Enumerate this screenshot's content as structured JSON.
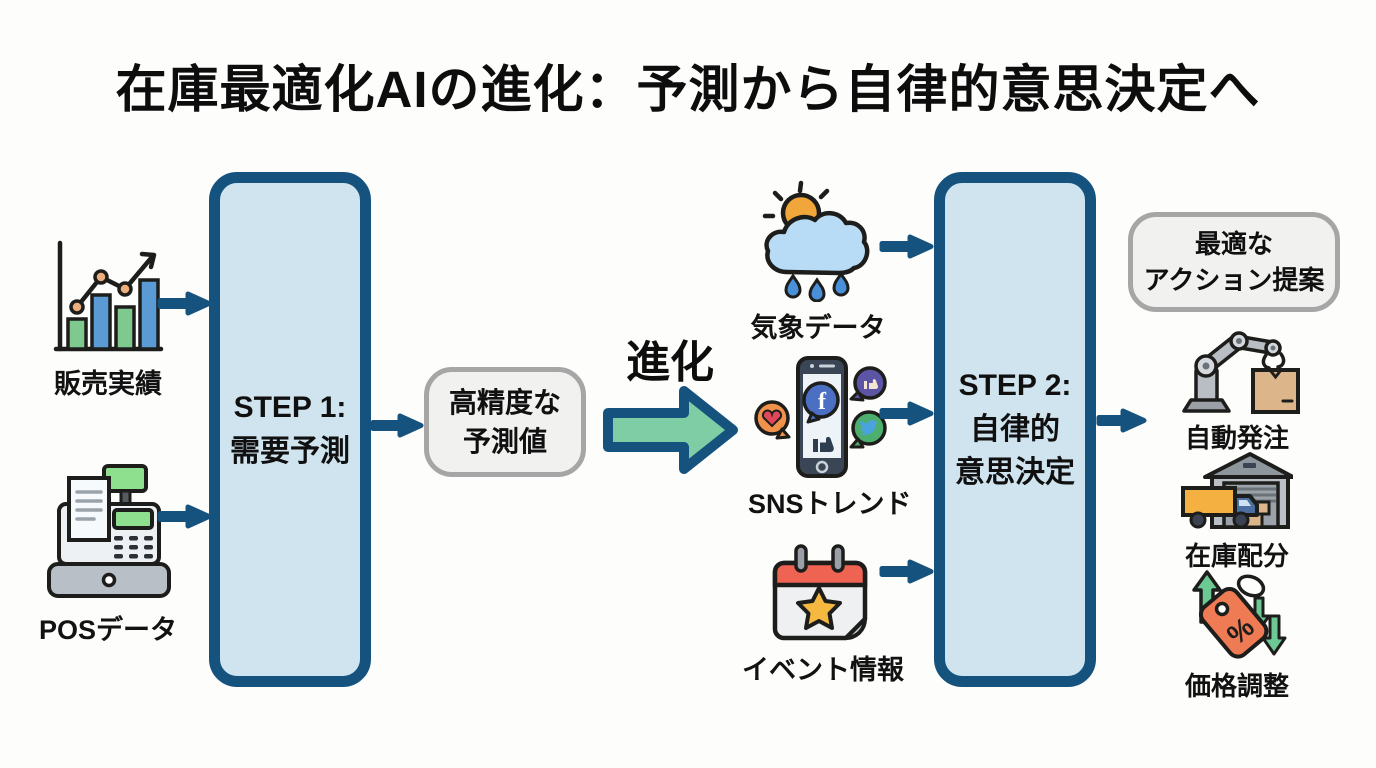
{
  "title": "在庫最適化AIの進化：予測から自律的意思決定へ",
  "colors": {
    "accent_dark_blue": "#15537E",
    "step_box_fill": "#CFE4EF",
    "evolution_arrow_green": "#7ECDA4",
    "gray_box_fill": "#F1F1EF",
    "gray_box_border": "#A6A6A6",
    "background": "#FDFDFB"
  },
  "step1": {
    "inputs": [
      {
        "icon": "sales-chart-icon",
        "label": "販売実績"
      },
      {
        "icon": "pos-register-icon",
        "label": "POSデータ"
      }
    ],
    "box": {
      "line1": "STEP 1:",
      "line2": "需要予測"
    },
    "output_box": {
      "line1": "高精度な",
      "line2": "予測値"
    }
  },
  "evolution": {
    "label": "進化",
    "icon": "big-evolution-arrow"
  },
  "step2": {
    "inputs": [
      {
        "icon": "weather-icon",
        "label": "気象データ"
      },
      {
        "icon": "sns-icon",
        "label": "SNSトレンド"
      },
      {
        "icon": "calendar-icon",
        "label": "イベント情報"
      }
    ],
    "box": {
      "line1": "STEP 2:",
      "line2": "自律的",
      "line3": "意思決定"
    },
    "proposal_box": {
      "line1": "最適な",
      "line2": "アクション提案"
    },
    "actions": [
      {
        "icon": "robot-arm-icon",
        "label": "自動発注"
      },
      {
        "icon": "warehouse-truck-icon",
        "label": "在庫配分"
      },
      {
        "icon": "price-tag-icon",
        "label": "価格調整"
      }
    ]
  }
}
